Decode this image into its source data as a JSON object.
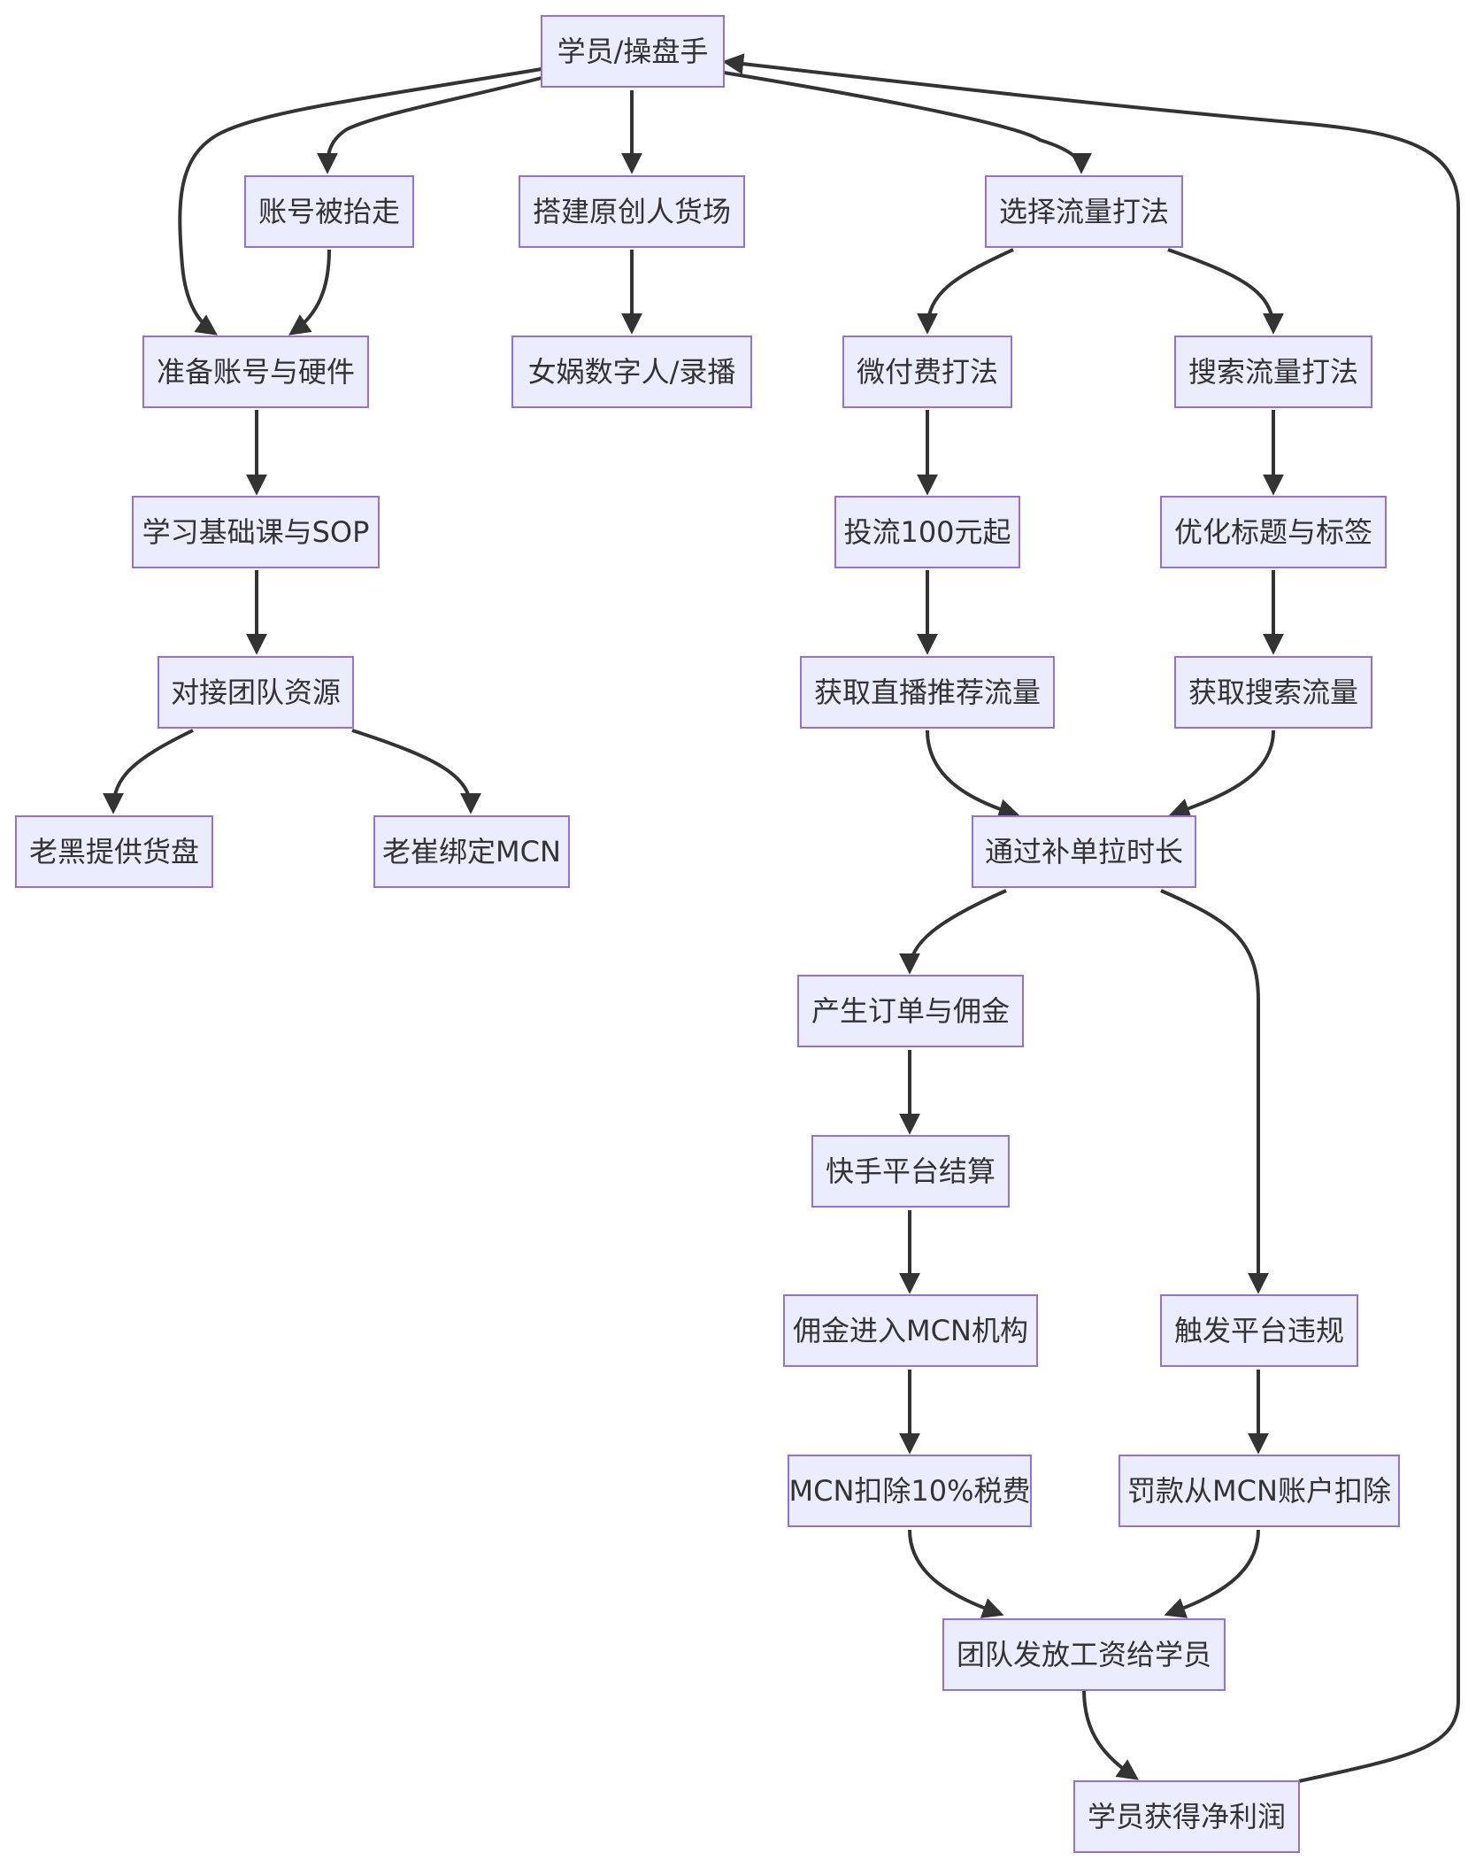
{
  "nodes": {
    "trader": "学员/操盘手",
    "account_taken": "账号被抬走",
    "build_store": "搭建原创人货场",
    "choose_traffic": "选择流量打法",
    "prepare_account": "准备账号与硬件",
    "digital_human": "女娲数字人/录播",
    "micro_paid": "微付费打法",
    "search_traffic": "搜索流量打法",
    "learn_basics": "学习基础课与SOP",
    "invest_100": "投流100元起",
    "optimize_titles": "优化标题与标签",
    "team_resources": "对接团队资源",
    "live_recommend": "获取直播推荐流量",
    "get_search": "获取搜索流量",
    "laohei_goods": "老黑提供货盘",
    "laocui_mcn": "老崔绑定MCN",
    "supplement_orders": "通过补单拉时长",
    "orders_commission": "产生订单与佣金",
    "kuaishou_settle": "快手平台结算",
    "commission_mcn": "佣金进入MCN机构",
    "violation": "触发平台违规",
    "mcn_tax": "MCN扣除10%税费",
    "fine_deduct": "罚款从MCN账户扣除",
    "team_pay": "团队发放工资给学员",
    "net_profit": "学员获得净利润"
  },
  "edges": [
    [
      "trader",
      "account_taken"
    ],
    [
      "trader",
      "build_store"
    ],
    [
      "trader",
      "choose_traffic"
    ],
    [
      "trader",
      "prepare_account"
    ],
    [
      "account_taken",
      "prepare_account"
    ],
    [
      "build_store",
      "digital_human"
    ],
    [
      "choose_traffic",
      "micro_paid"
    ],
    [
      "choose_traffic",
      "search_traffic"
    ],
    [
      "prepare_account",
      "learn_basics"
    ],
    [
      "learn_basics",
      "team_resources"
    ],
    [
      "team_resources",
      "laohei_goods"
    ],
    [
      "team_resources",
      "laocui_mcn"
    ],
    [
      "micro_paid",
      "invest_100"
    ],
    [
      "invest_100",
      "live_recommend"
    ],
    [
      "search_traffic",
      "optimize_titles"
    ],
    [
      "optimize_titles",
      "get_search"
    ],
    [
      "live_recommend",
      "supplement_orders"
    ],
    [
      "get_search",
      "supplement_orders"
    ],
    [
      "supplement_orders",
      "orders_commission"
    ],
    [
      "supplement_orders",
      "violation"
    ],
    [
      "orders_commission",
      "kuaishou_settle"
    ],
    [
      "kuaishou_settle",
      "commission_mcn"
    ],
    [
      "commission_mcn",
      "mcn_tax"
    ],
    [
      "violation",
      "fine_deduct"
    ],
    [
      "mcn_tax",
      "team_pay"
    ],
    [
      "fine_deduct",
      "team_pay"
    ],
    [
      "team_pay",
      "net_profit"
    ],
    [
      "net_profit",
      "trader"
    ]
  ],
  "colors": {
    "node_fill": "#ececff",
    "node_border": "#9370db",
    "text": "#333333",
    "edge": "#333333"
  }
}
